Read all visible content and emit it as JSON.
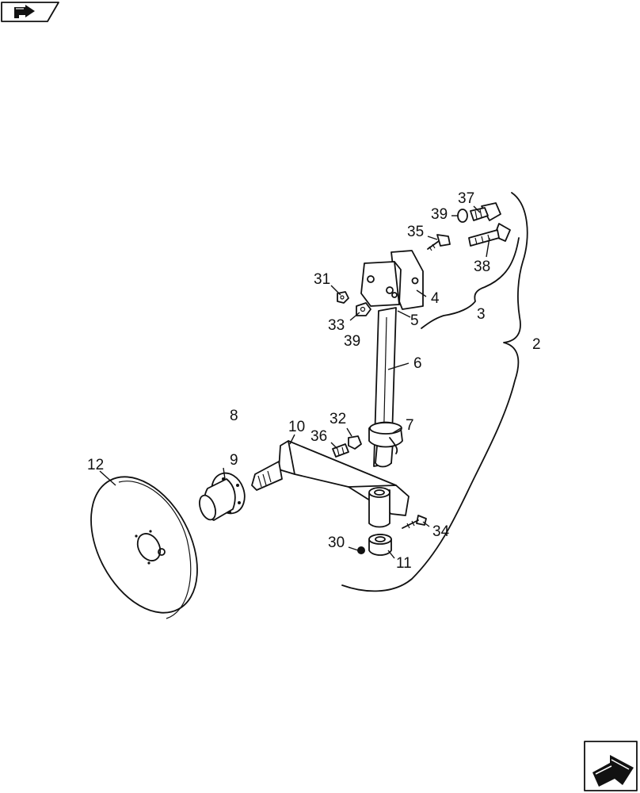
{
  "icons": {
    "top_nav": "previous-page-arrow-icon",
    "bottom_nav": "next-page-arrow-icon"
  },
  "callouts": {
    "c2": "2",
    "c3": "3",
    "c4": "4",
    "c5": "5",
    "c6": "6",
    "c7": "7",
    "c8": "8",
    "c9": "9",
    "c10": "10",
    "c11": "11",
    "c12": "12",
    "c30": "30",
    "c31": "31",
    "c32": "32",
    "c33": "33",
    "c34": "34",
    "c35": "35",
    "c36": "36",
    "c37": "37",
    "c38": "38",
    "c39a": "39",
    "c39b": "39"
  },
  "colors": {
    "ink": "#111111",
    "paper": "#ffffff"
  }
}
